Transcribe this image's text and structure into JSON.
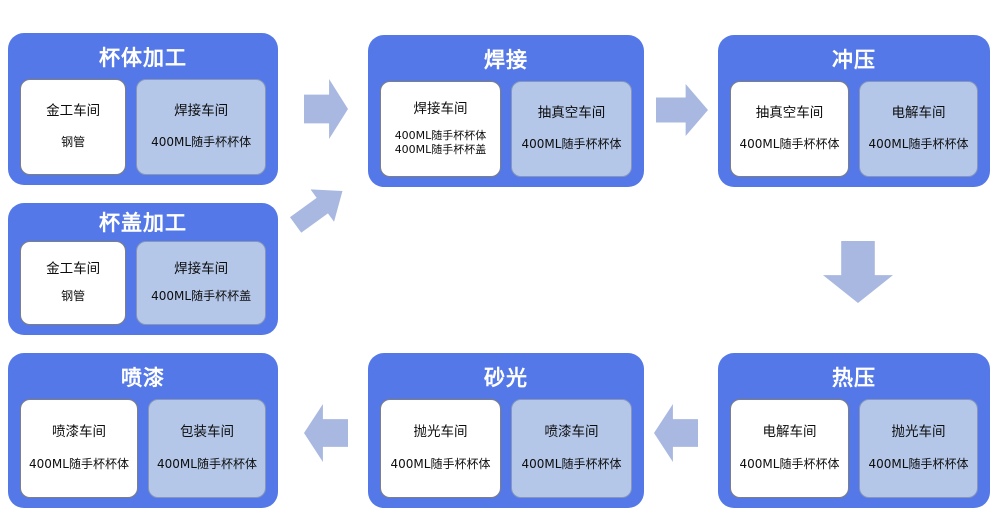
{
  "diagram": {
    "type": "process-flow",
    "colors": {
      "block_fill": "#5478e8",
      "block_title_text": "#ffffff",
      "card_white_fill": "#ffffff",
      "card_blue_fill": "#b4c7e9",
      "card_border_gray": "#7f7f7f",
      "card_border_blue": "#8796ba",
      "arrow_fill": "#a9b8e0",
      "card_text": "#0d0d0d",
      "background": "#ffffff"
    },
    "blocks": [
      {
        "id": "cup-body-processing",
        "title": "杯体加工",
        "cards": [
          {
            "title": "金工车间",
            "lines": [
              "钢管"
            ]
          },
          {
            "title": "焊接车间",
            "lines": [
              "400ML随手杯杯体"
            ]
          }
        ]
      },
      {
        "id": "welding",
        "title": "焊接",
        "cards": [
          {
            "title": "焊接车间",
            "lines": [
              "400ML随手杯杯体",
              "400ML随手杯杯盖"
            ]
          },
          {
            "title": "抽真空车间",
            "lines": [
              "400ML随手杯杯体"
            ]
          }
        ]
      },
      {
        "id": "stamping",
        "title": "冲压",
        "cards": [
          {
            "title": "抽真空车间",
            "lines": [
              "400ML随手杯杯体"
            ]
          },
          {
            "title": "电解车间",
            "lines": [
              "400ML随手杯杯体"
            ]
          }
        ]
      },
      {
        "id": "cup-lid-processing",
        "title": "杯盖加工",
        "cards": [
          {
            "title": "金工车间",
            "lines": [
              "钢管"
            ]
          },
          {
            "title": "焊接车间",
            "lines": [
              "400ML随手杯杯盖"
            ]
          }
        ]
      },
      {
        "id": "spray-painting",
        "title": "喷漆",
        "cards": [
          {
            "title": "喷漆车间",
            "lines": [
              "400ML随手杯杯体"
            ]
          },
          {
            "title": "包装车间",
            "lines": [
              "400ML随手杯杯体"
            ]
          }
        ]
      },
      {
        "id": "sanding",
        "title": "砂光",
        "cards": [
          {
            "title": "抛光车间",
            "lines": [
              "400ML随手杯杯体"
            ]
          },
          {
            "title": "喷漆车间",
            "lines": [
              "400ML随手杯杯体"
            ]
          }
        ]
      },
      {
        "id": "hot-pressing",
        "title": "热压",
        "cards": [
          {
            "title": "电解车间",
            "lines": [
              "400ML随手杯杯体"
            ]
          },
          {
            "title": "抛光车间",
            "lines": [
              "400ML随手杯杯体"
            ]
          }
        ]
      }
    ],
    "arrows": [
      {
        "direction": "right",
        "from": "杯体加工",
        "to": "焊接"
      },
      {
        "direction": "up-right",
        "from": "杯盖加工",
        "to": "焊接"
      },
      {
        "direction": "right",
        "from": "焊接",
        "to": "冲压"
      },
      {
        "direction": "down",
        "from": "冲压",
        "to": "热压"
      },
      {
        "direction": "left",
        "from": "热压",
        "to": "砂光"
      },
      {
        "direction": "left",
        "from": "砂光",
        "to": "喷漆"
      }
    ]
  }
}
